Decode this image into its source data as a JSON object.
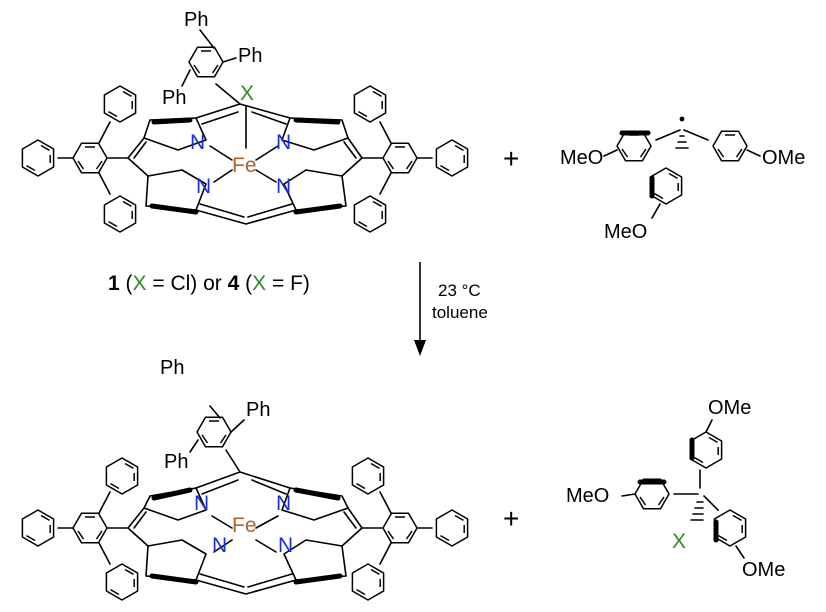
{
  "atoms": {
    "ph": "Ph",
    "n": "N",
    "fe": "Fe",
    "x": "X",
    "meo": "MeO",
    "ome": "OMe"
  },
  "plus": "+",
  "caption": {
    "num1": "1",
    "open1": " (",
    "x1": "X",
    "eq1": " = Cl) or ",
    "num4": "4",
    "open4": " (",
    "x4": "X",
    "eq4": " = F)"
  },
  "conditions": {
    "temperature": "23 °C",
    "solvent": "toluene"
  },
  "colors": {
    "nitrogen": "#1a2fd6",
    "iron": "#b0622a",
    "halide": "#2e8b22"
  }
}
